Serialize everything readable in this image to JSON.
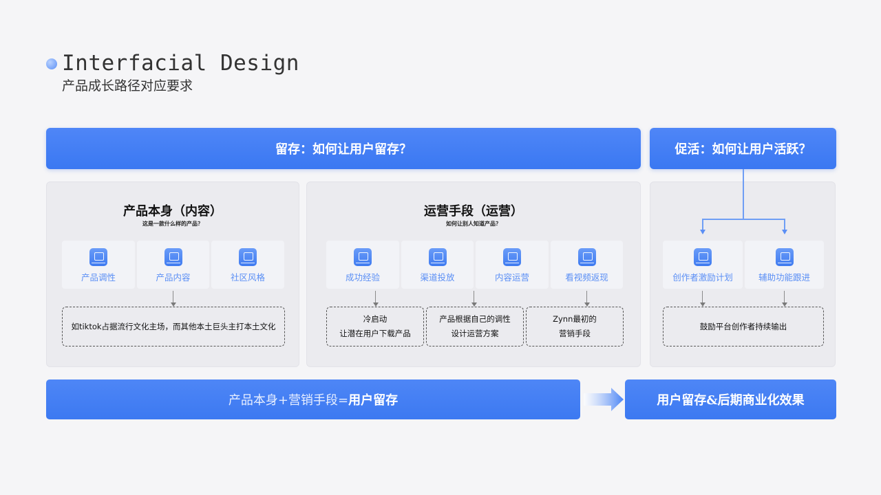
{
  "header": {
    "title": "Interfacial Design",
    "subtitle": "产品成长路径对应要求"
  },
  "banners": {
    "retention": "留存：如何让用户留存？",
    "activation": "促活：如何让用户活跃？"
  },
  "panels": [
    {
      "title": "产品本身（内容）",
      "subtitle": "这是一款什么样的产品？",
      "cards": [
        {
          "label": "产品调性",
          "icon": "document-icon"
        },
        {
          "label": "产品内容",
          "icon": "image-icon"
        },
        {
          "label": "社区风格",
          "icon": "community-icon"
        }
      ],
      "boxes": [
        "如tiktok占据流行文化主场，而其他本土巨头主打本土文化"
      ]
    },
    {
      "title": "运营手段（运营）",
      "subtitle": "如何让别人知道产品？",
      "cards": [
        {
          "label": "成功经验",
          "icon": "percent-icon"
        },
        {
          "label": "渠道投放",
          "icon": "channel-icon"
        },
        {
          "label": "内容运营",
          "icon": "eye-icon"
        },
        {
          "label": "看视频返现",
          "icon": "wallet-icon"
        }
      ],
      "boxes": [
        {
          "line1": "冷启动",
          "line2": "让潜在用户下载产品"
        },
        {
          "line1": "产品根据自己的调性",
          "line2": "设计运营方案"
        },
        {
          "line1": "Zynn最初的",
          "line2": "营销手段"
        }
      ]
    },
    {
      "cards": [
        {
          "label": "创作者激励计划",
          "icon": "reward-icon"
        },
        {
          "label": "辅助功能跟进",
          "icon": "tool-icon"
        }
      ],
      "boxes": [
        "鼓励平台创作者持续输出"
      ]
    }
  ],
  "bottom": {
    "left_prefix": "产品本身+营销手段=",
    "left_bold": "用户留存",
    "right": "用户留存&后期商业化效果"
  },
  "colors": {
    "accent": "#3c79f1",
    "card_label": "#5b8ff5",
    "panel_bg": "#ebebef",
    "page_bg": "#f5f5f7"
  }
}
